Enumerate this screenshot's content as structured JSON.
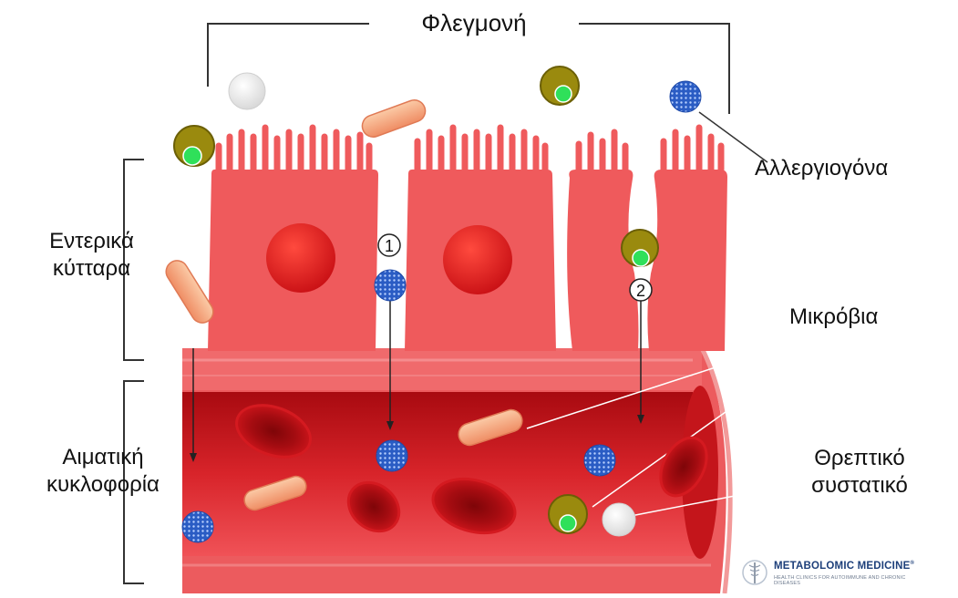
{
  "labels": {
    "inflammation": "Φλεγμονή",
    "allergens": "Αλλεργιογόνα",
    "intestinal_cells_line1": "Εντερικά",
    "intestinal_cells_line2": "κύτταρα",
    "microbes": "Μικρόβια",
    "blood_circulation_line1": "Αιματική",
    "blood_circulation_line2": "κυκλοφορία",
    "nutrient_line1": "Θρεπτικό",
    "nutrient_line2": "συστατικό"
  },
  "pathway_markers": [
    "1",
    "2"
  ],
  "logo": {
    "name": "METABOLOMIC MEDICINE",
    "trademark": "®",
    "tagline": "HEALTH CLINICS FOR AUTOIMMUNE AND CHRONIC DISEASES"
  },
  "colors": {
    "cell_fill": "#ef5a5c",
    "nucleus": "#d7161b",
    "vessel": "#e23035",
    "red_blood_cell": "#b30d12",
    "allergen": "#2d62c9",
    "bacterium_rod": "#f3a07a",
    "microbe_round": "#9c8a10",
    "microbe_core": "#2fe05a",
    "nutrient": "#f2f2f2"
  }
}
